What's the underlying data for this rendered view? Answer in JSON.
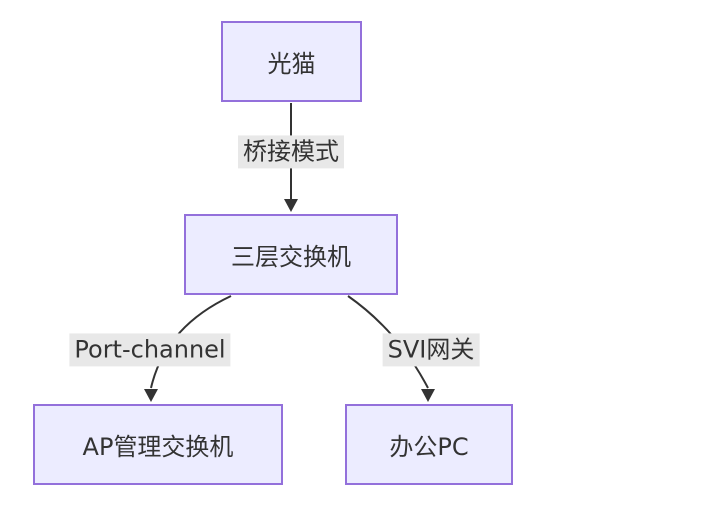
{
  "diagram": {
    "type": "flowchart",
    "direction": "top-down",
    "nodes": [
      {
        "id": "modem",
        "label": "光猫"
      },
      {
        "id": "l3_switch",
        "label": "三层交换机"
      },
      {
        "id": "ap_switch",
        "label": "AP管理交换机"
      },
      {
        "id": "office_pc",
        "label": "办公PC"
      }
    ],
    "edges": [
      {
        "from": "光猫",
        "to": "三层交换机",
        "label": "桥接模式"
      },
      {
        "from": "三层交换机",
        "to": "AP管理交换机",
        "label": "Port-channel"
      },
      {
        "from": "三层交换机",
        "to": "办公PC",
        "label": "SVI网关"
      }
    ],
    "colors": {
      "background": "#ffffff",
      "node_fill": "#ECECFF",
      "node_border": "#9370DB",
      "edge_stroke": "#333333",
      "edge_label_bg": "#e8e8e8",
      "text": "#333333"
    }
  }
}
